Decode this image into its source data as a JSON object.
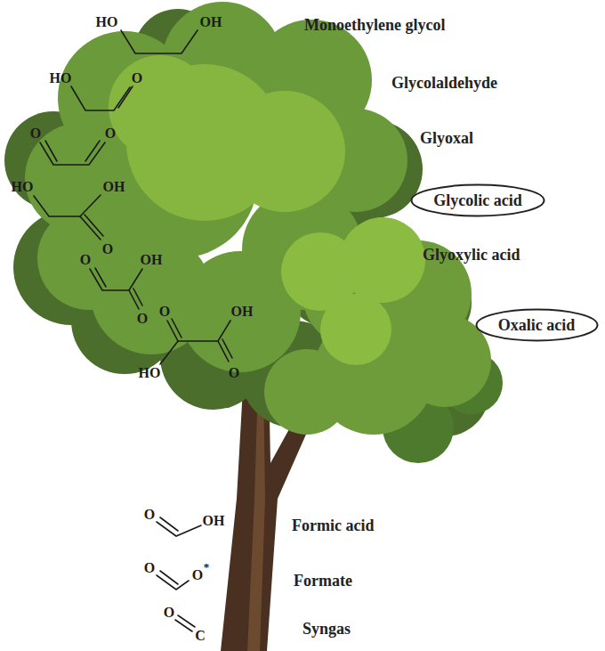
{
  "diagram": {
    "nodes": [
      {
        "text": [
          "Glycolic acid"
        ]
      },
      {
        "text": [
          "Oxalic acid"
        ]
      }
    ],
    "labels": [
      "HO",
      "OH",
      "Monoethylene glycol",
      "HO",
      "O",
      "Glycolaldehyde",
      "O",
      "O",
      "Glyoxal",
      "HO",
      "OH",
      "O",
      "Glyoxylic acid",
      "O",
      "OH",
      "O",
      "O",
      "OH",
      "HO",
      "O",
      "O",
      "OH",
      "Formic acid",
      "O",
      "O",
      "*",
      "Formate",
      "O",
      "C",
      "Syngas"
    ]
  }
}
